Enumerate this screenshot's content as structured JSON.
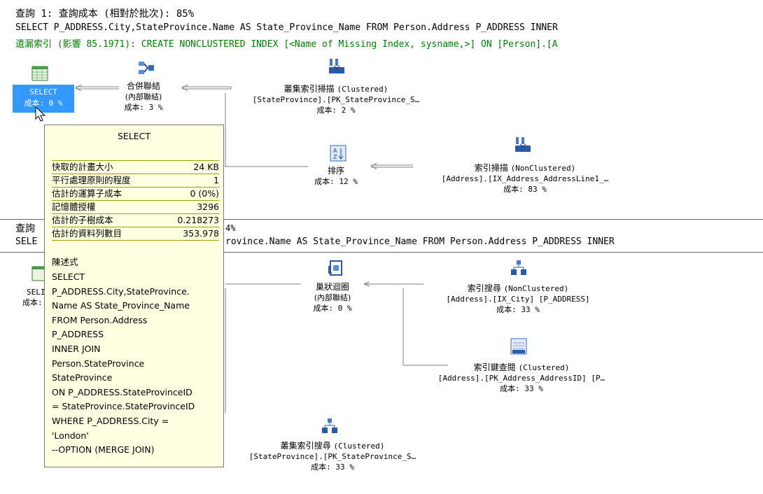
{
  "query1": {
    "title": "查詢 1: 查詢成本 (相對於批次): 85%",
    "sql": "SELECT P_ADDRESS.City,StateProvince.Name AS State_Province_Name FROM Person.Address P_ADDRESS INNER",
    "missing_index": "遺漏索引 (影響 85.1971): CREATE NONCLUSTERED INDEX [<Name of Missing Index, sysname,>] ON [Person].[A"
  },
  "query2": {
    "title_prefix": "查詢",
    "title_suffix": "4%",
    "sql_prefix": "SELE",
    "sql_suffix": "rovince.Name AS State_Province_Name FROM Person.Address P_ADDRESS INNER"
  },
  "plan1": {
    "select": {
      "label": "SELECT",
      "cost": "成本: 0 %"
    },
    "merge_join": {
      "label": "合併聯結",
      "sub": "(內部聯結)",
      "cost": "成本: 3 %"
    },
    "clustered_scan": {
      "label": "叢集索引掃描",
      "type": "(Clustered)",
      "object": "[StateProvince].[PK_StateProvince_S…",
      "cost": "成本: 2 %"
    },
    "sort": {
      "label": "排序",
      "cost": "成本: 12 %"
    },
    "index_scan": {
      "label": "索引掃描",
      "type": "(NonClustered)",
      "object": "[Address].[IX_Address_AddressLine1_…",
      "cost": "成本: 83 %"
    }
  },
  "plan2": {
    "select": {
      "label": "SELI",
      "cost": "成本:"
    },
    "nested_loops": {
      "label": "巢狀迴圈",
      "sub": "(內部聯結)",
      "cost": "成本: 0 %"
    },
    "index_seek": {
      "label": "索引搜尋",
      "type": "(NonClustered)",
      "object": "[Address].[IX_City] [P_ADDRESS]",
      "cost": "成本: 33 %"
    },
    "key_lookup": {
      "label": "索引鍵查閱",
      "type": "(Clustered)",
      "object": "[Address].[PK_Address_AddressID] [P…",
      "cost": "成本: 33 %"
    },
    "clustered_seek": {
      "label": "叢集索引搜尋",
      "type": "(Clustered)",
      "object": "[StateProvince].[PK_StateProvince_S…",
      "cost": "成本: 33 %"
    }
  },
  "tooltip": {
    "title": "SELECT",
    "rows": [
      {
        "label": "快取的計畫大小",
        "value": "24 KB"
      },
      {
        "label": "平行處理原則的程度",
        "value": "1"
      },
      {
        "label": "估計的運算子成本",
        "value": "0 (0%)"
      },
      {
        "label": "記憶體授權",
        "value": "3296"
      },
      {
        "label": "估計的子樹成本",
        "value": "0.218273"
      },
      {
        "label": "估計的資料列數目",
        "value": "353.978"
      }
    ],
    "expr_title": "陳述式",
    "expr_lines": [
      "SELECT",
      "P_ADDRESS.City,StateProvince.",
      "Name AS State_Province_Name",
      "FROM Person.Address",
      "P_ADDRESS",
      "INNER JOIN",
      "Person.StateProvince",
      "StateProvince",
      "ON P_ADDRESS.StateProvinceID",
      "= StateProvince.StateProvinceID",
      "WHERE P_ADDRESS.City =",
      "'London'",
      "--OPTION (MERGE JOIN)"
    ]
  },
  "icons": {
    "select": "result-grid-icon",
    "merge_join": "merge-join-icon",
    "scan": "index-scan-icon",
    "sort": "sort-icon",
    "nested_loops": "nested-loops-icon",
    "seek": "index-seek-icon",
    "key_lookup": "key-lookup-icon"
  }
}
